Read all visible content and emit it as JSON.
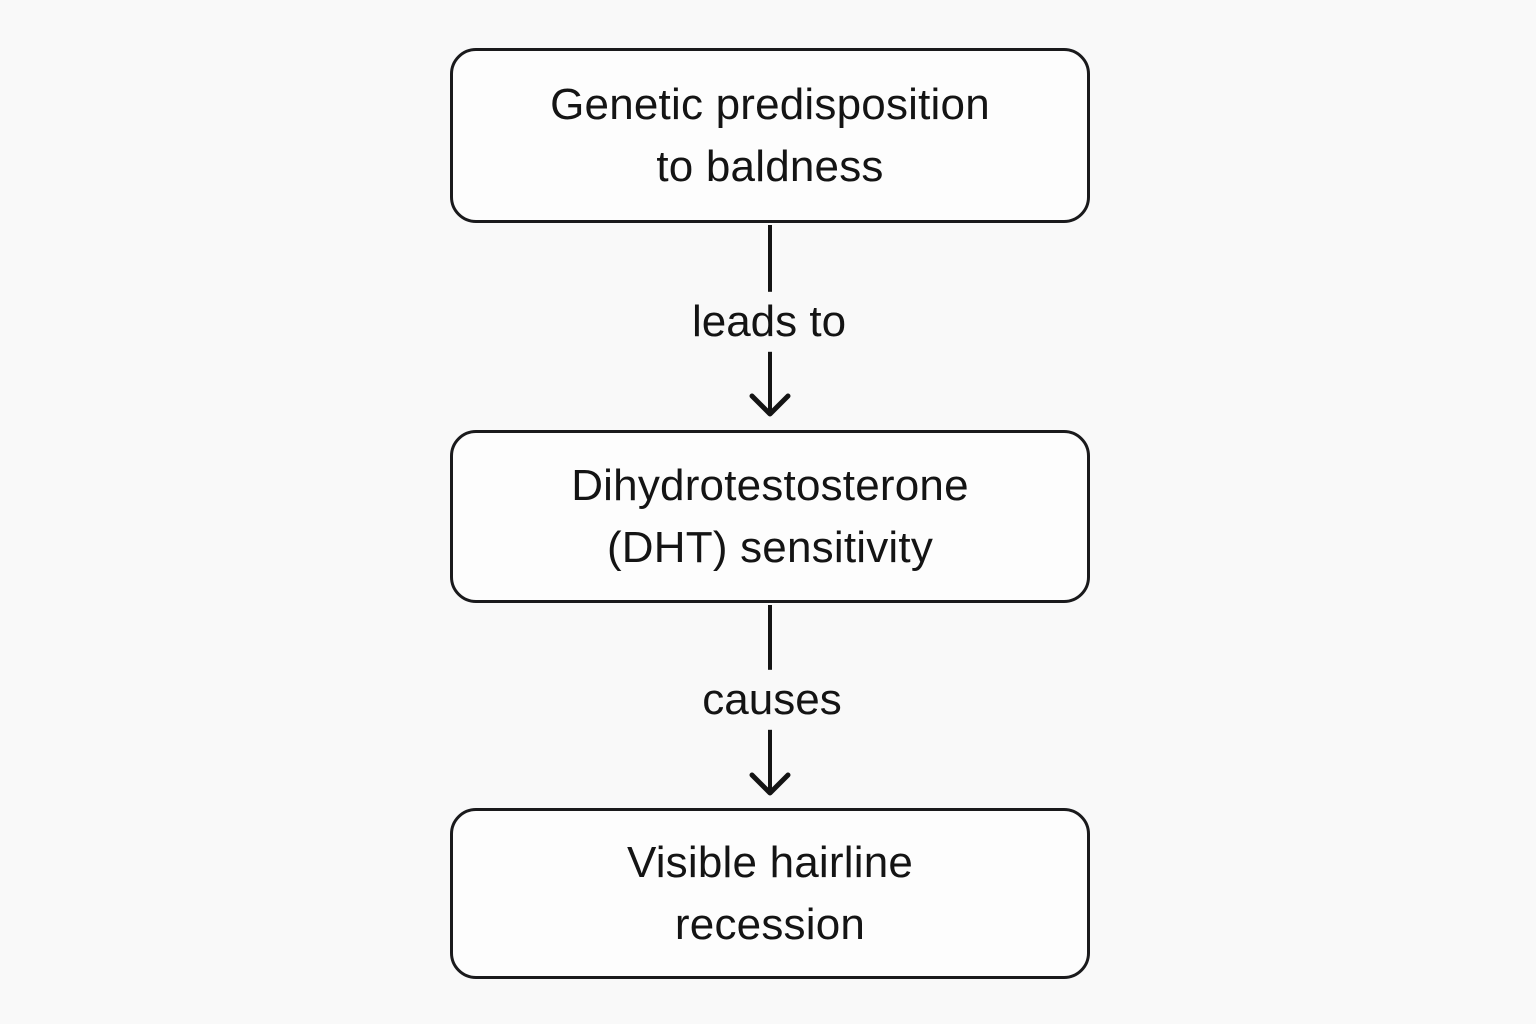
{
  "diagram": {
    "type": "flowchart",
    "direction": "top-down",
    "colors": {
      "background": "#f9f9f9",
      "node_fill": "#fdfdfd",
      "node_border": "#1a1a1c",
      "text": "#141414",
      "arrow": "#141414"
    },
    "nodes": [
      {
        "id": "genetic-predisposition",
        "lines": [
          "Genetic predisposition",
          "to baldness"
        ],
        "full_text": "Genetic predisposition to baldness"
      },
      {
        "id": "dht-sensitivity",
        "lines": [
          "Dihydrotestosterone",
          "(DHT) sensitivity"
        ],
        "full_text": "Dihydrotestosterone (DHT) sensitivity"
      },
      {
        "id": "hairline-recession",
        "lines": [
          "Visible hairline",
          "recession"
        ],
        "full_text": "Visible hairline recession"
      }
    ],
    "edges": [
      {
        "from": "genetic-predisposition",
        "to": "dht-sensitivity",
        "label": "leads to"
      },
      {
        "from": "dht-sensitivity",
        "to": "hairline-recession",
        "label": "causes"
      }
    ]
  }
}
